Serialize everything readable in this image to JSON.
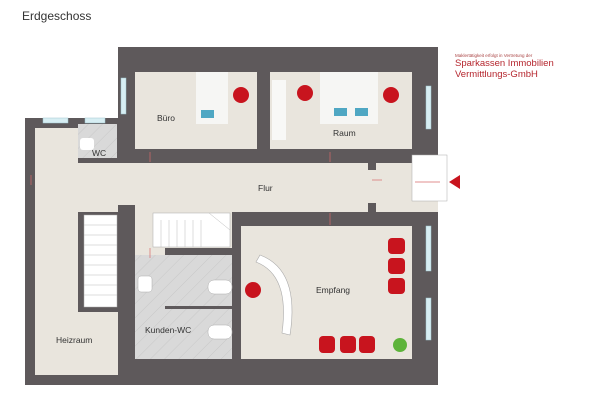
{
  "title": "Erdgeschoss",
  "brand": {
    "note": "Maklertätigkeit erfolgt in Vertretung der",
    "line1": "Sparkassen Immobilien",
    "line2": "Vermittlungs-GmbH"
  },
  "rooms": {
    "buero": "Büro",
    "raum": "Raum",
    "wc": "WC",
    "flur": "Flur",
    "heizraum": "Heizraum",
    "kunden_wc": "Kunden-WC",
    "empfang": "Empfang"
  },
  "colors": {
    "wall": "#5e595b",
    "floor": "#e9e5dd",
    "accent": "#c8141e",
    "window": "#cfe9f0"
  },
  "icons": {
    "entrance": "entrance-arrow-icon"
  }
}
